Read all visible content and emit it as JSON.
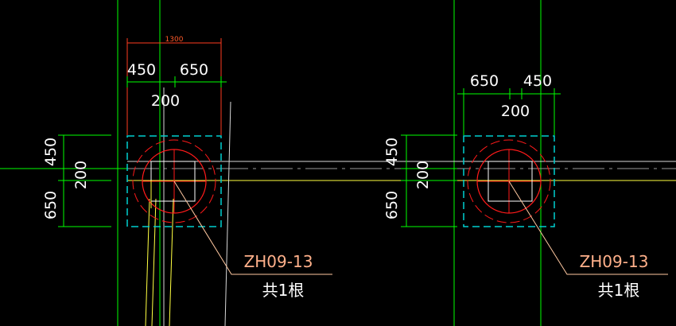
{
  "colors": {
    "background": "#000000",
    "dimension_line": "#00ff00",
    "dimension_text": "#ffffff",
    "overall_dimension": "#ff3b1f",
    "pile_circle": "#ff1a1a",
    "cap_outline": "#00d0d0",
    "axis_line": "#d8d8d8",
    "beam_line": "#ffff40",
    "leader_line": "#ffc8a0",
    "grid_line": "#00ff00"
  },
  "piles": [
    {
      "label": "ZH09-13",
      "count": "共1根",
      "dims": {
        "overall": "1300",
        "top_left": "450",
        "top_right": "650",
        "top_mid": "200",
        "side_top": "450",
        "side_mid": "200",
        "side_bottom": "650"
      }
    },
    {
      "label": "ZH09-13",
      "count": "共1根",
      "dims": {
        "top_left": "650",
        "top_right": "450",
        "top_mid": "200",
        "side_top": "450",
        "side_mid": "200",
        "side_bottom": "650"
      }
    }
  ]
}
